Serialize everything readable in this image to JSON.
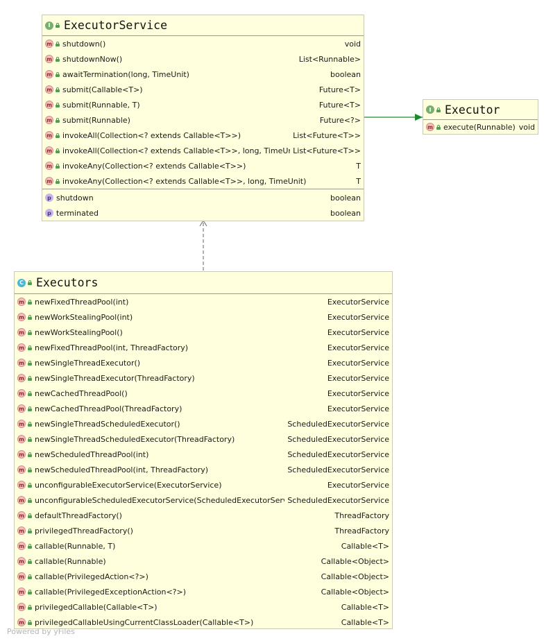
{
  "executor_service": {
    "badge": "I",
    "title": "ExecutorService",
    "methods": [
      {
        "name": "shutdown()",
        "type": "void"
      },
      {
        "name": "shutdownNow()",
        "type": "List<Runnable>"
      },
      {
        "name": "awaitTermination(long, TimeUnit)",
        "type": "boolean"
      },
      {
        "name": "submit(Callable<T>)",
        "type": "Future<T>"
      },
      {
        "name": "submit(Runnable, T)",
        "type": "Future<T>"
      },
      {
        "name": "submit(Runnable)",
        "type": "Future<?>"
      },
      {
        "name": "invokeAll(Collection<? extends Callable<T>>)",
        "type": "List<Future<T>>"
      },
      {
        "name": "invokeAll(Collection<? extends Callable<T>>, long, TimeUnit)",
        "type": "List<Future<T>>"
      },
      {
        "name": "invokeAny(Collection<? extends Callable<T>>)",
        "type": "T"
      },
      {
        "name": "invokeAny(Collection<? extends Callable<T>>, long, TimeUnit)",
        "type": "T"
      }
    ],
    "properties": [
      {
        "name": "shutdown",
        "type": "boolean"
      },
      {
        "name": "terminated",
        "type": "boolean"
      }
    ]
  },
  "executor": {
    "badge": "I",
    "title": "Executor",
    "methods": [
      {
        "name": "execute(Runnable)",
        "type": "void"
      }
    ]
  },
  "executors": {
    "badge": "C",
    "title": "Executors",
    "methods": [
      {
        "name": "newFixedThreadPool(int)",
        "type": "ExecutorService"
      },
      {
        "name": "newWorkStealingPool(int)",
        "type": "ExecutorService"
      },
      {
        "name": "newWorkStealingPool()",
        "type": "ExecutorService"
      },
      {
        "name": "newFixedThreadPool(int, ThreadFactory)",
        "type": "ExecutorService"
      },
      {
        "name": "newSingleThreadExecutor()",
        "type": "ExecutorService"
      },
      {
        "name": "newSingleThreadExecutor(ThreadFactory)",
        "type": "ExecutorService"
      },
      {
        "name": "newCachedThreadPool()",
        "type": "ExecutorService"
      },
      {
        "name": "newCachedThreadPool(ThreadFactory)",
        "type": "ExecutorService"
      },
      {
        "name": "newSingleThreadScheduledExecutor()",
        "type": "ScheduledExecutorService"
      },
      {
        "name": "newSingleThreadScheduledExecutor(ThreadFactory)",
        "type": "ScheduledExecutorService"
      },
      {
        "name": "newScheduledThreadPool(int)",
        "type": "ScheduledExecutorService"
      },
      {
        "name": "newScheduledThreadPool(int, ThreadFactory)",
        "type": "ScheduledExecutorService"
      },
      {
        "name": "unconfigurableExecutorService(ExecutorService)",
        "type": "ExecutorService"
      },
      {
        "name": "unconfigurableScheduledExecutorService(ScheduledExecutorService)",
        "type": "ScheduledExecutorService"
      },
      {
        "name": "defaultThreadFactory()",
        "type": "ThreadFactory"
      },
      {
        "name": "privilegedThreadFactory()",
        "type": "ThreadFactory"
      },
      {
        "name": "callable(Runnable, T)",
        "type": "Callable<T>"
      },
      {
        "name": "callable(Runnable)",
        "type": "Callable<Object>"
      },
      {
        "name": "callable(PrivilegedAction<?>)",
        "type": "Callable<Object>"
      },
      {
        "name": "callable(PrivilegedExceptionAction<?>)",
        "type": "Callable<Object>"
      },
      {
        "name": "privilegedCallable(Callable<T>)",
        "type": "Callable<T>"
      },
      {
        "name": "privilegedCallableUsingCurrentClassLoader(Callable<T>)",
        "type": "Callable<T>"
      }
    ]
  },
  "icons": {
    "method": "m",
    "property": "p",
    "static_mark": "s"
  },
  "watermark": "Powered by yFiles"
}
